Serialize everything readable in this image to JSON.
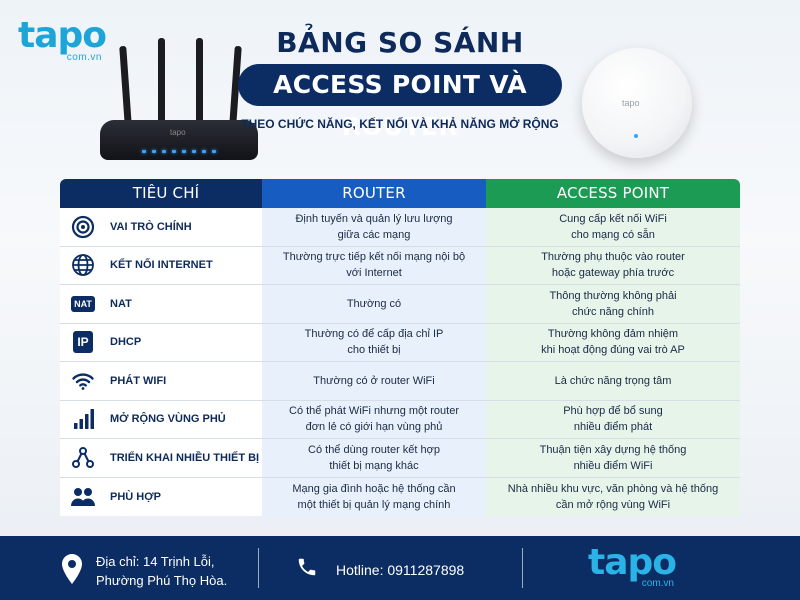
{
  "brand": {
    "logo_word": "tapo",
    "logo_domain": "com.vn"
  },
  "header": {
    "title_line1": "BẢNG SO SÁNH",
    "title_line2": "ACCESS POINT VÀ ROUTER",
    "subtitle": "THEO CHỨC NĂNG, KẾT NỐI VÀ KHẢ NĂNG MỞ RỘNG",
    "router_logo": "tapo",
    "ap_logo": "tapo"
  },
  "table": {
    "columns": [
      "TIÊU CHÍ",
      "ROUTER",
      "ACCESS POINT"
    ],
    "rows": [
      {
        "icon": "target-icon",
        "criterion": "VAI TRÒ CHÍNH",
        "router": "Định tuyến và quản lý lưu lượng\ngiữa các mạng",
        "ap": "Cung cấp kết nối WiFi\ncho mạng có sẵn"
      },
      {
        "icon": "globe-icon",
        "criterion": "KẾT NỐI INTERNET",
        "router": "Thường trực tiếp kết nối mạng nội bộ\nvới Internet",
        "ap": "Thường phụ thuộc vào router\nhoặc gateway phía trước"
      },
      {
        "icon": "nat-badge-icon",
        "icon_text": "NAT",
        "criterion": "NAT",
        "router": "Thường có",
        "ap": "Thông thường không phải\nchức năng chính"
      },
      {
        "icon": "ip-badge-icon",
        "icon_text": "IP",
        "criterion": "DHCP",
        "router": "Thường có để cấp địa chỉ IP\ncho thiết bị",
        "ap": "Thường không đảm nhiệm\nkhi hoạt động đúng vai trò AP"
      },
      {
        "icon": "wifi-icon",
        "criterion": "PHÁT WIFI",
        "router": "Thường có ở router WiFi",
        "ap": "Là chức năng trọng tâm"
      },
      {
        "icon": "signal-bars-icon",
        "criterion": "MỞ RỘNG VÙNG PHỦ",
        "router": "Có thể phát WiFi nhưng một router\nđơn lẻ có giới hạn vùng phủ",
        "ap": "Phù hợp để bổ sung\nnhiều điểm phát"
      },
      {
        "icon": "network-nodes-icon",
        "criterion": "TRIỂN KHAI NHIỀU THIẾT BỊ",
        "router": "Có thể dùng router kết hợp\nthiết bị mạng khác",
        "ap": "Thuận tiện xây dựng hệ thống\nnhiều điểm WiFi"
      },
      {
        "icon": "users-icon",
        "criterion": "PHÙ HỢP",
        "router": "Mạng gia đình hoặc hệ thống cần\nmột thiết bị quản lý mạng chính",
        "ap": "Nhà nhiều khu vực, văn phòng và hệ thống\ncần mở rộng vùng WiFi"
      }
    ]
  },
  "footer": {
    "address": "Địa chỉ: 14 Trịnh Lỗi,\nPhường Phú Thọ Hòa.",
    "hotline": "Hotline: 0911287898"
  },
  "colors": {
    "navy": "#0c2d63",
    "router_blue": "#175cc0",
    "ap_green": "#1c9b54",
    "brand_cyan": "#1ea5d8"
  }
}
